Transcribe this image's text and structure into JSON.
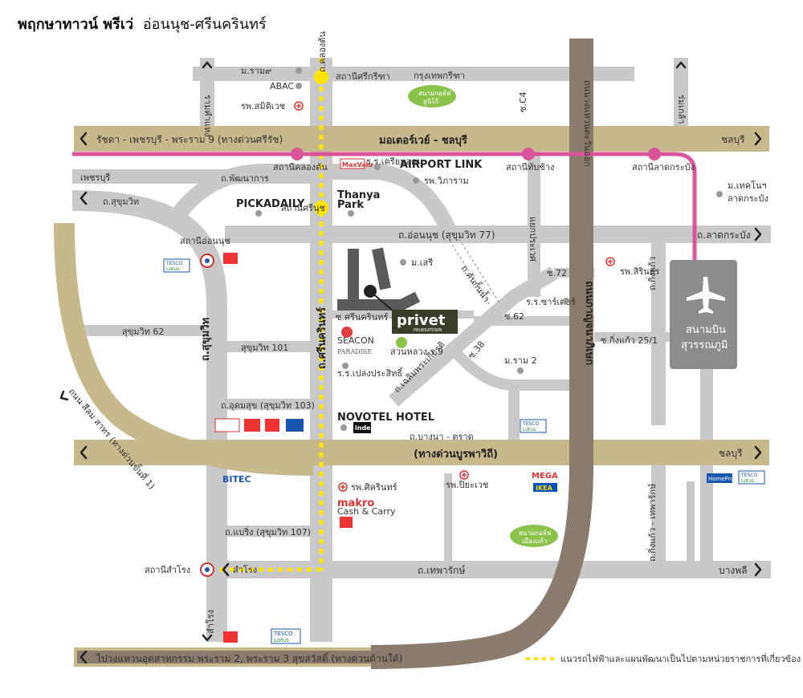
{
  "title": {
    "bold": "พฤกษาทาวน์ พรีเว่",
    "rest": "อ่อนนุช-ศรีนครินทร์"
  },
  "colors": {
    "road": "#c9c9c9",
    "expressway": "#c8b98c",
    "main_road": "#8b7b6c",
    "airport_link": "#d9559a",
    "bts": "#ffe600",
    "logo_green": "#3a3a2a"
  },
  "roads": {
    "motorway": "มอเตอร์เวย์ - ชลบุรี",
    "motorway_left": "รัชดา - เพชรบุรี - พระราม 9  (ทางด่วนศรีรัช)",
    "motorway_right": "ชลบุรี",
    "burapha": "(ทางด่วนบูรพาวิถี)",
    "burapha_right": "ชลบุรี",
    "bangna": "ถ.บางนา - ตราด",
    "onnut": "ถ.อ่อนนุช (สุขุมวิท 77)",
    "latkrabang": "ถ.ลาดกระบัง",
    "theparak": "ถ.เทพารักษ์",
    "bangphli": "บางพลี",
    "srinakarin": "ถ.ศรีนครินทร์",
    "sukhumvit_v": "ถ.สุขุมวิท",
    "sukhumvit_h": "ถ.สุขุมวิท",
    "motorway_v": "ถนนวงแหวนตะวันออก",
    "kanchana": "ถนนกาญจนาภิเษก",
    "petchburi": "เพชรบุรี",
    "phatthanakan": "ถ.พัฒนาการ",
    "krungthep_kreetha": "กรุงเทพกรีฑา",
    "ramkhamhaeng": "รามคำแหง",
    "romklao": "ร่มเกล้า",
    "klongton": "ถ.คลองตัน",
    "ratchada_left": "ถนน สีลม สาทร (ทางด่วนขั้นที่ 1)",
    "bottom_road": "ไปวงแหวนอุตสาหกรรม พระราม 2, พระราม 3 สุขสวัสดิ์ (ทางด่วนด้านใต้)",
    "udomsuk": "ถ.อุดมสุข (สุขุมวิท 103)",
    "soi101": "สุขุมวิท 101",
    "soi62": "สุขุมวิท 62",
    "baring": "ถ.แบริ่ง (สุขุมวิท 107)",
    "samrong": "สำโรง",
    "samrong2": "สำโรง",
    "chalermphrakiat": "ถ.เฉลิมพระเกียรติ",
    "kingkaew": "ถ.กิ่งแก้ว",
    "kingkaew_thepharak": "ถ.กิ่งแก้ว - เทพารักษ์",
    "kingkaew251": "ซ.กิ่งแก้ว 25/1",
    "soiC4": "ซ.C4",
    "soi72": "ซ.72",
    "soi62b": "ซ.62",
    "soi38": "ซ.38",
    "soi45": "ซ.ศรีนครินทร์ 45",
    "kan": "ถ.คันกั้นน้ำ",
    "latkrabang_v": "แยกประเวศ"
  },
  "airport_link": {
    "label": "AIRPORT LINK",
    "stations": [
      "สถานีคลองตัน",
      "สถานีทับช้าง",
      "สถานีลาดกระบัง"
    ]
  },
  "bts": {
    "stations": [
      "สถานีศรีกรีฑา",
      "สถานีศรีนุช",
      "สถานีอ่อนนุช",
      "สถานีสำโรง"
    ]
  },
  "places": {
    "ram9": "ม.ราม๙",
    "abac": "ABAC",
    "samitivej": "รพ.สมิติเวช",
    "vibharam": "รพ.วิภาราม",
    "pickadaily": "PICKADAILY",
    "thanya": "Thanya",
    "thanya2": "Park",
    "maxvalu": "MaxValu",
    "maxvalu_sub": "ร.ร.เตรียมอุดม",
    "mseri": "ม.เสรี",
    "srisaeng": "ร.ร.ซาร์เตอร์",
    "siriroj": "รพ.สิรินธร",
    "ram2": "ม.ราม 2",
    "seacon": "SEACON",
    "paradise": "PARADISE",
    "suanluang": "สวนหลวง ร.9",
    "plernprasit": "ร.ร.เปล่งประสิทธิ์",
    "novotel": "NOVOTEL HOTEL",
    "index": "index",
    "srinakarin_hosp": "รพ.ศิครินทร์",
    "piyavate": "รพ.ปิยะเวช",
    "makro": "makro",
    "makro_sub": "Cash & Carry",
    "mega": "MEGA",
    "ikea": "IKEA",
    "bitec": "BITEC",
    "homepro": "HomePro",
    "tesco": "TESCO",
    "lotus": "Lotus",
    "golf1": "สนามกอล์ฟ",
    "golf1b": "ยูนิโก้",
    "golf2": "สนามกอล์ฟ",
    "golf2b": "เมืองแก้ว",
    "techno": "ม.เทคโนฯ",
    "techno2": "ลาดกระบัง",
    "airport": "สนามบิน",
    "airport2": "สุวรรณภูมิ",
    "project": "privet",
    "project_sub": "PRUKSATOWN"
  },
  "legend": "แนวรถไฟฟ้าและแผนพัฒนาเป็นไปตามหน่วยราชการที่เกี่ยวข้อง"
}
